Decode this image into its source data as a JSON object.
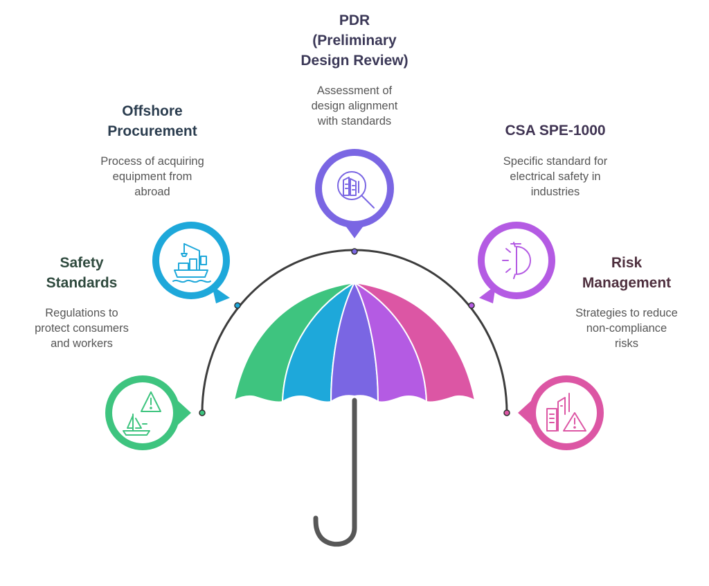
{
  "center_label": "",
  "colors": {
    "green": "#3EC47F",
    "blue": "#1EA8DA",
    "indigo": "#7A66E3",
    "violet": "#B45BE3",
    "pink": "#DC56A4",
    "arc": "#3d3d3d",
    "handle": "#575757"
  },
  "items": [
    {
      "id": "safety",
      "title": "Safety\nStandards",
      "description": "Regulations to\nprotect consumers\nand workers",
      "color": "#3EC47F",
      "title_color": "#2F4A3E",
      "icon": "sailboat-warning-icon"
    },
    {
      "id": "offshore",
      "title": "Offshore\nProcurement",
      "description": "Process of acquiring\nequipment from\nabroad",
      "color": "#1EA8DA",
      "title_color": "#2B3D4F",
      "icon": "ship-crane-icon"
    },
    {
      "id": "pdr",
      "title": "PDR\n(Preliminary\nDesign Review)",
      "description": "Assessment of\ndesign alignment\nwith standards",
      "color": "#7A66E3",
      "title_color": "#3B3857",
      "icon": "document-search-icon"
    },
    {
      "id": "csa",
      "title": "CSA SPE-1000",
      "description": "Specific standard for\nelectrical safety in\nindustries",
      "color": "#B45BE3",
      "title_color": "#3F3352",
      "icon": "half-sun-gauge-icon"
    },
    {
      "id": "risk",
      "title": "Risk\nManagement",
      "description": "Strategies to reduce\nnon-compliance\nrisks",
      "color": "#DC56A4",
      "title_color": "#4E2F3E",
      "icon": "buildings-warning-icon"
    }
  ]
}
